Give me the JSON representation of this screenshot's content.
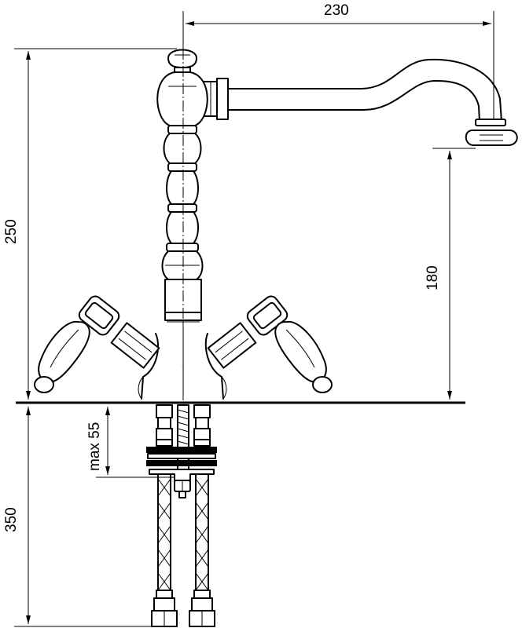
{
  "dimensions": {
    "spout_reach": "230",
    "total_height": "250",
    "spout_height": "180",
    "max_deck_thickness": "max 55",
    "hose_length": "350"
  },
  "colors": {
    "line": "#000000",
    "background": "#ffffff"
  }
}
